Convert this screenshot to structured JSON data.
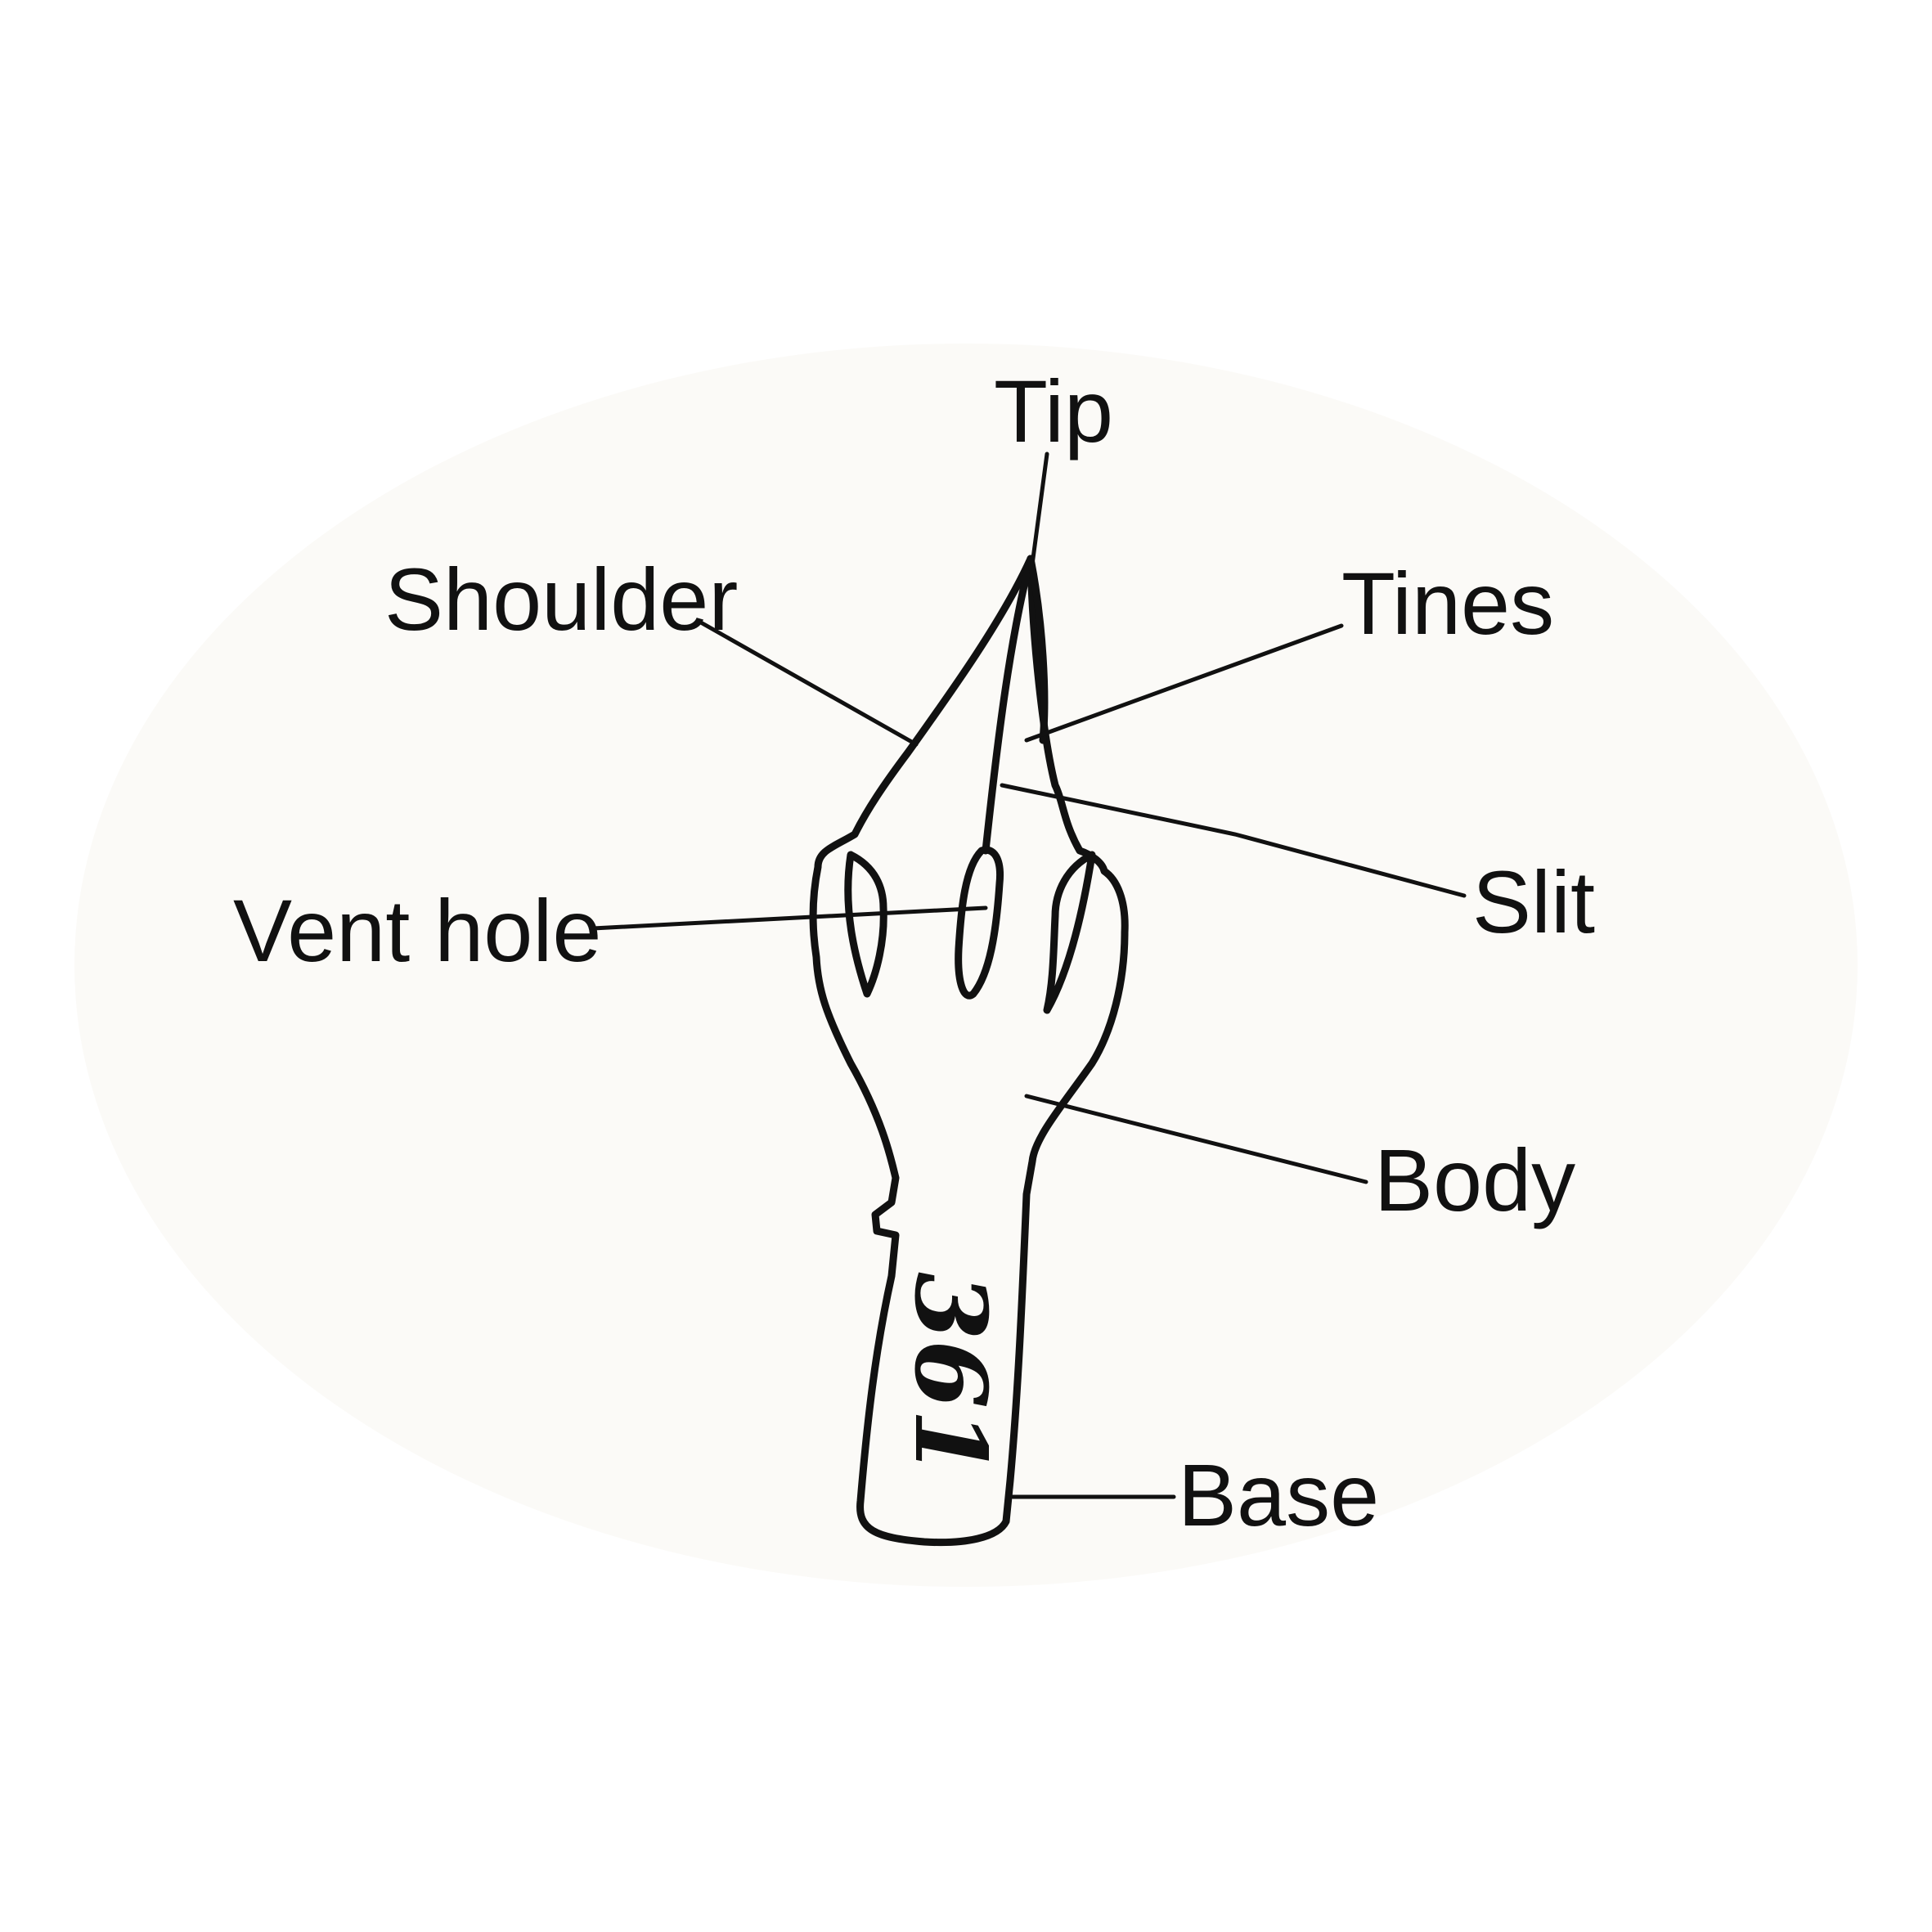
{
  "diagram": {
    "labels": {
      "tip": "Tip",
      "shoulder": "Shoulder",
      "tines": "Tines",
      "vent_hole": "Vent hole",
      "slit": "Slit",
      "body": "Body",
      "base": "Base"
    },
    "nib_engraving": "361"
  },
  "colors": {
    "background": "#ffffff",
    "ink": "#111111"
  }
}
